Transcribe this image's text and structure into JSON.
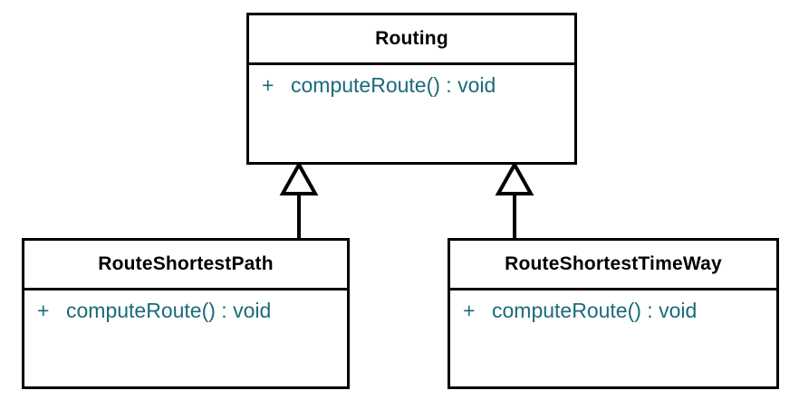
{
  "diagram": {
    "type": "uml-class-diagram",
    "background_color": "#ffffff",
    "border_color": "#000000",
    "title_color": "#000000",
    "member_color": "#1a6b7a",
    "classes": [
      {
        "id": "routing",
        "name": "Routing",
        "role": "parent",
        "members": [
          {
            "visibility": "+",
            "signature": "computeRoute() : void"
          }
        ]
      },
      {
        "id": "route-shortest-path",
        "name": "RouteShortestPath",
        "role": "child",
        "members": [
          {
            "visibility": "+",
            "signature": "computeRoute() : void"
          }
        ]
      },
      {
        "id": "route-shortest-time-way",
        "name": "RouteShortestTimeWay",
        "role": "child",
        "members": [
          {
            "visibility": "+",
            "signature": "computeRoute() : void"
          }
        ]
      }
    ],
    "relationships": [
      {
        "kind": "generalization",
        "from": "RouteShortestPath",
        "to": "Routing"
      },
      {
        "kind": "generalization",
        "from": "RouteShortestTimeWay",
        "to": "Routing"
      }
    ]
  }
}
